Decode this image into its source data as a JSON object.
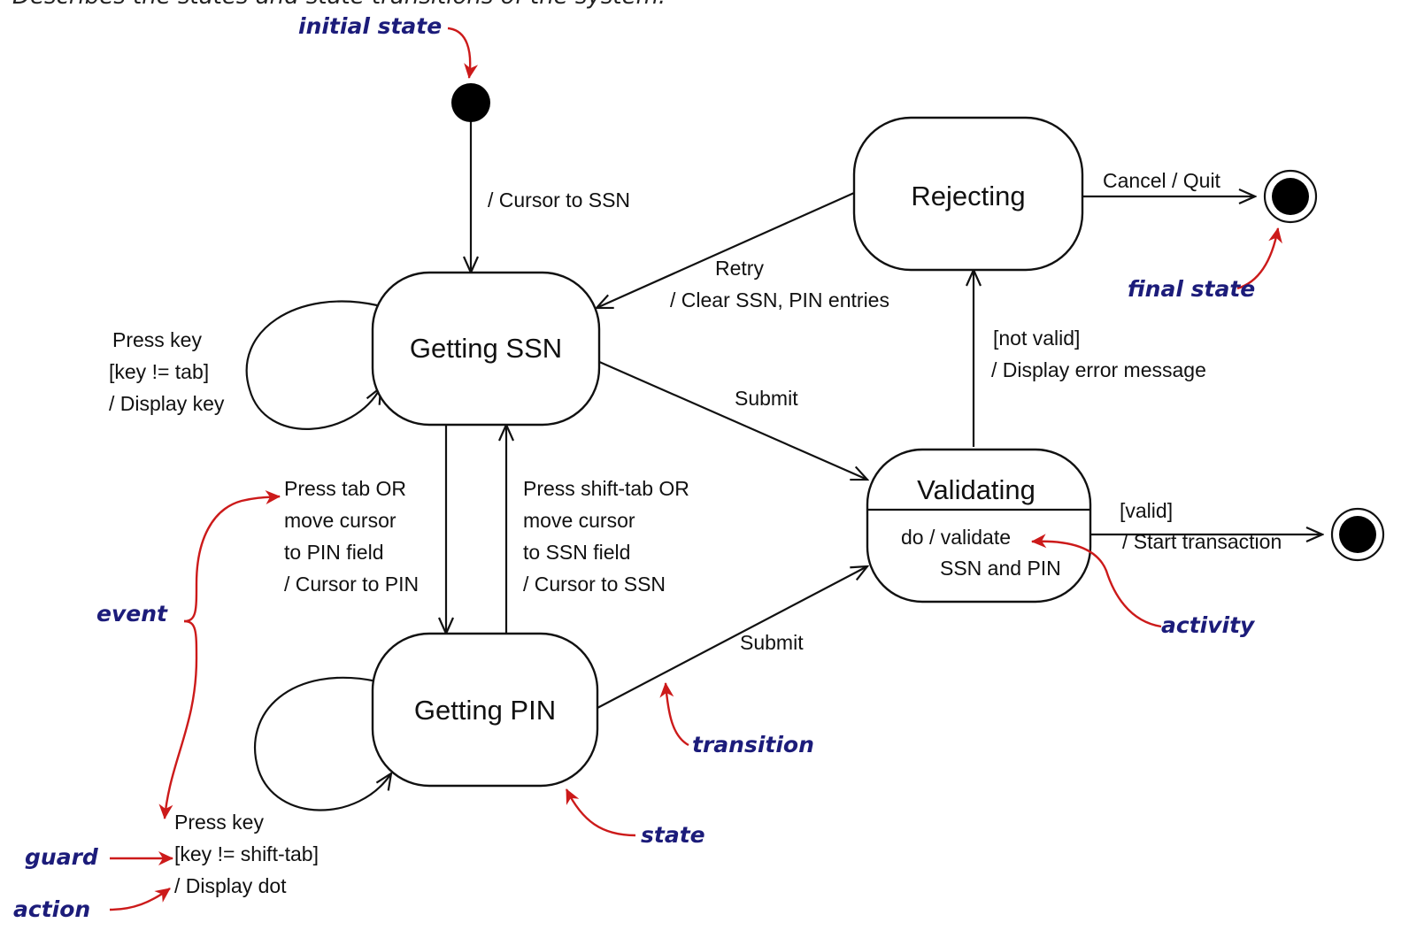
{
  "caption": "Describes the states and state transitions of the system.",
  "colors": {
    "annotation_text": "#1c1c7a",
    "annotation_arrow": "#cc1a1a",
    "line": "#111111"
  },
  "states": {
    "getting_ssn": "Getting SSN",
    "getting_pin": "Getting PIN",
    "rejecting": "Rejecting",
    "validating": "Validating",
    "validating_activity": [
      "do / validate",
      "SSN and PIN"
    ]
  },
  "transitions": {
    "initial": "/ Cursor to SSN",
    "ssn_self": [
      "Press key",
      "[key != tab]",
      "/ Display key"
    ],
    "ssn_to_pin": [
      "Press tab OR",
      "move cursor",
      "to PIN field",
      "/ Cursor to PIN"
    ],
    "pin_to_ssn": [
      "Press shift-tab OR",
      "move cursor",
      "to SSN field",
      "/ Cursor to SSN"
    ],
    "ssn_submit": "Submit",
    "pin_submit": "Submit",
    "retry": [
      "Retry",
      "/ Clear SSN, PIN entries"
    ],
    "not_valid": [
      "[not valid]",
      "/ Display error message"
    ],
    "cancel": "Cancel / Quit",
    "valid": [
      "[valid]",
      "/ Start transaction"
    ],
    "pin_self": [
      "Press key",
      "[key != shift-tab]",
      "/ Display dot"
    ]
  },
  "annotations": {
    "initial_state": "initial state",
    "final_state": "final state",
    "event": "event",
    "guard": "guard",
    "action": "action",
    "activity": "activity",
    "transition": "transition",
    "state": "state"
  }
}
